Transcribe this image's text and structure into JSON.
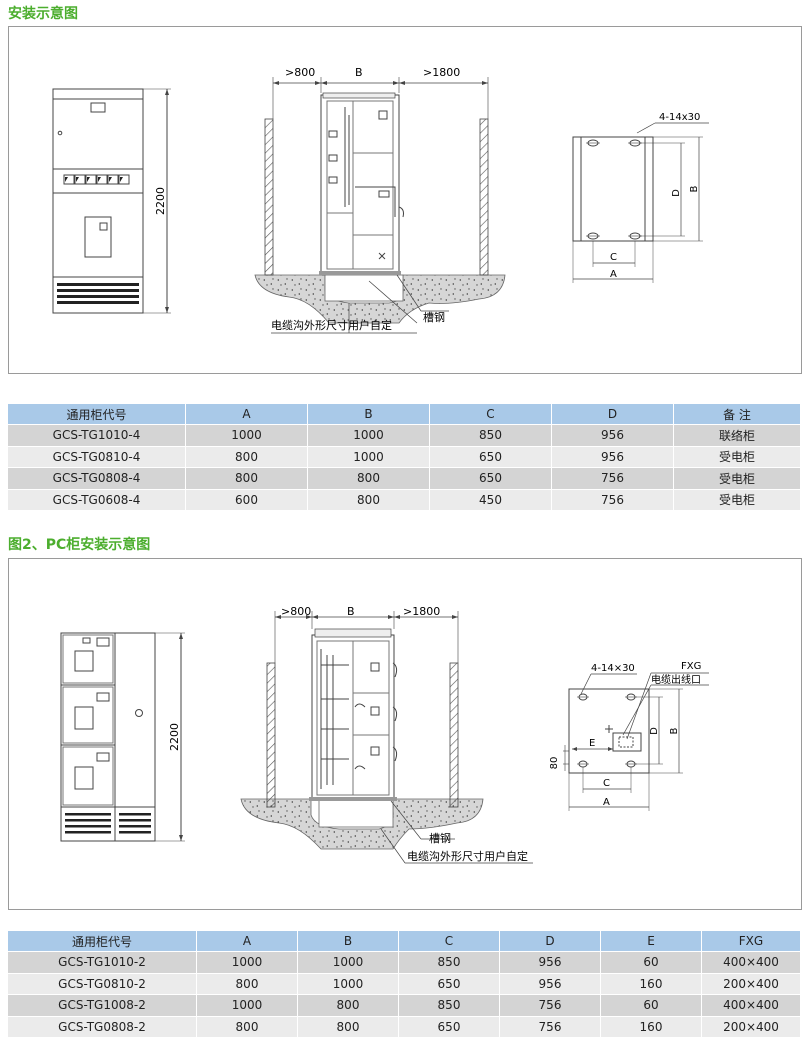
{
  "section1": {
    "title": "安装示意图",
    "labels": {
      "height": "2200",
      "left_gap": ">800",
      "width_b": "B",
      "right_gap": ">1800",
      "cable_trench": "电缆沟外形尺寸用户自定",
      "channel_steel": "槽钢",
      "holes": "4-14x30",
      "dim_a": "A",
      "dim_b": "B",
      "dim_c": "C",
      "dim_d": "D"
    },
    "table": {
      "headers": [
        "通用柜代号",
        "A",
        "B",
        "C",
        "D",
        "备 注"
      ],
      "rows": [
        [
          "GCS-TG1010-4",
          "1000",
          "1000",
          "850",
          "956",
          "联络柜"
        ],
        [
          "GCS-TG0810-4",
          "800",
          "1000",
          "650",
          "956",
          "受电柜"
        ],
        [
          "GCS-TG0808-4",
          "800",
          "800",
          "650",
          "756",
          "受电柜"
        ],
        [
          "GCS-TG0608-4",
          "600",
          "800",
          "450",
          "756",
          "受电柜"
        ]
      ]
    }
  },
  "section2": {
    "title": "图2、PC柜安装示意图",
    "labels": {
      "height": "2200",
      "left_gap": ">800",
      "width_b": "B",
      "right_gap": ">1800",
      "cable_trench": "电缆沟外形尺寸用户自定",
      "channel_steel": "槽钢",
      "holes": "4-14×30",
      "fxg": "FXG",
      "cable_outlet": "电缆出线口",
      "dim_e": "E",
      "dim_80": "80",
      "dim_a": "A",
      "dim_b": "B",
      "dim_c": "C",
      "dim_d": "D"
    },
    "table": {
      "headers": [
        "通用柜代号",
        "A",
        "B",
        "C",
        "D",
        "E",
        "FXG"
      ],
      "rows": [
        [
          "GCS-TG1010-2",
          "1000",
          "1000",
          "850",
          "956",
          "60",
          "400×400"
        ],
        [
          "GCS-TG0810-2",
          "800",
          "1000",
          "650",
          "956",
          "160",
          "200×400"
        ],
        [
          "GCS-TG1008-2",
          "1000",
          "800",
          "850",
          "756",
          "60",
          "400×400"
        ],
        [
          "GCS-TG0808-2",
          "800",
          "800",
          "650",
          "756",
          "160",
          "200×400"
        ]
      ]
    }
  },
  "colors": {
    "title_green": "#4cae2e",
    "header_blue": "#a9c9e8",
    "row_dark": "#d4d4d4",
    "row_light": "#ebebeb"
  }
}
